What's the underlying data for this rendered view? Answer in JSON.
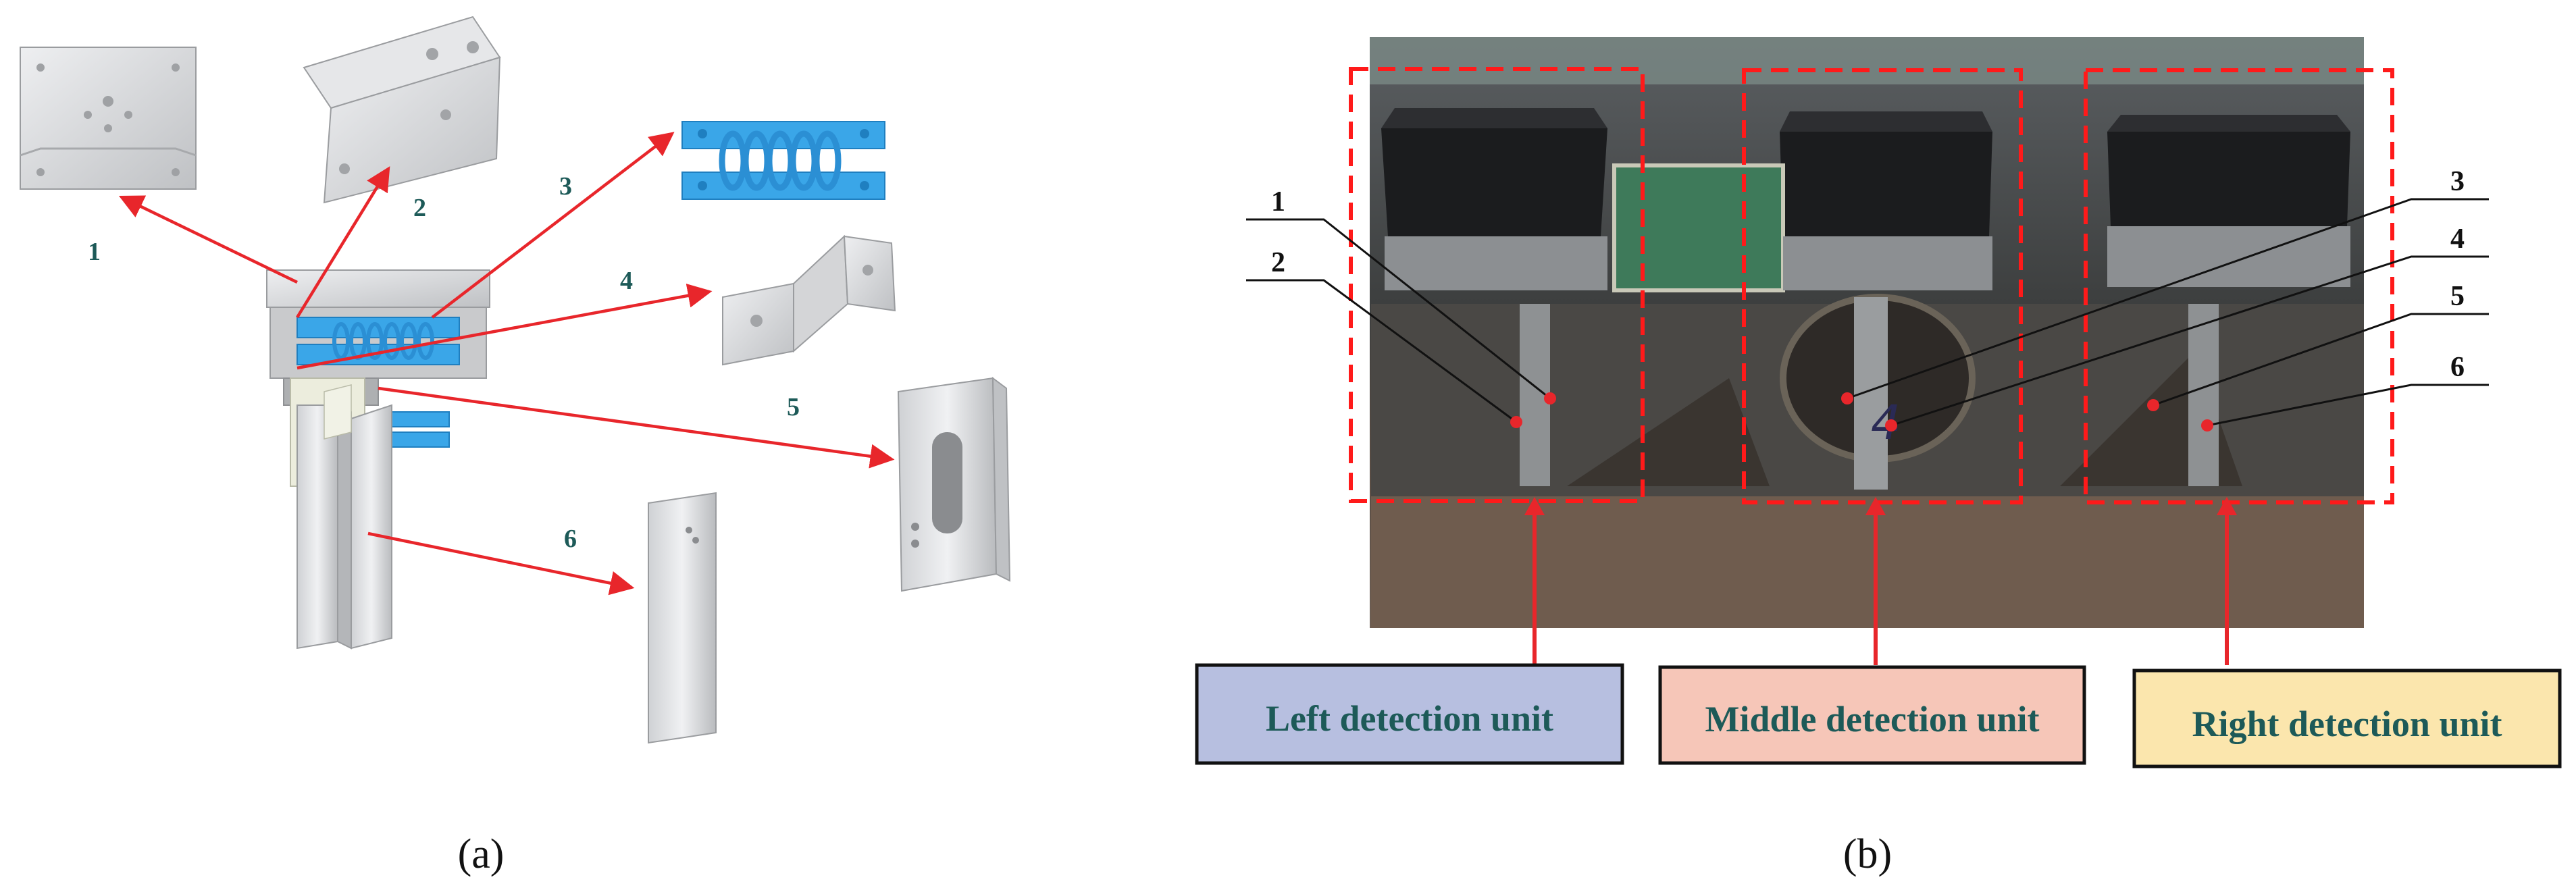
{
  "panel_a": {
    "caption": "(a)",
    "part_labels": [
      "1",
      "2",
      "3",
      "4",
      "5",
      "6"
    ]
  },
  "panel_b": {
    "caption": "(b)",
    "callout_labels": [
      "1",
      "2",
      "3",
      "4",
      "5",
      "6"
    ],
    "photo_marking": "4",
    "units": {
      "left": "Left detection unit",
      "middle": "Middle detection unit",
      "right": "Right detection unit"
    }
  },
  "colors": {
    "arrow_red": "#e8262b",
    "label_teal": "#1d5a58",
    "spring_blue": "#3aa6e8",
    "bracket_gray": "#d8d9db",
    "dash_red": "#ff1a1a",
    "left_box_fill": "#b7bfe0",
    "middle_box_fill": "#f6c6b8",
    "right_box_fill": "#fbe6ad"
  }
}
